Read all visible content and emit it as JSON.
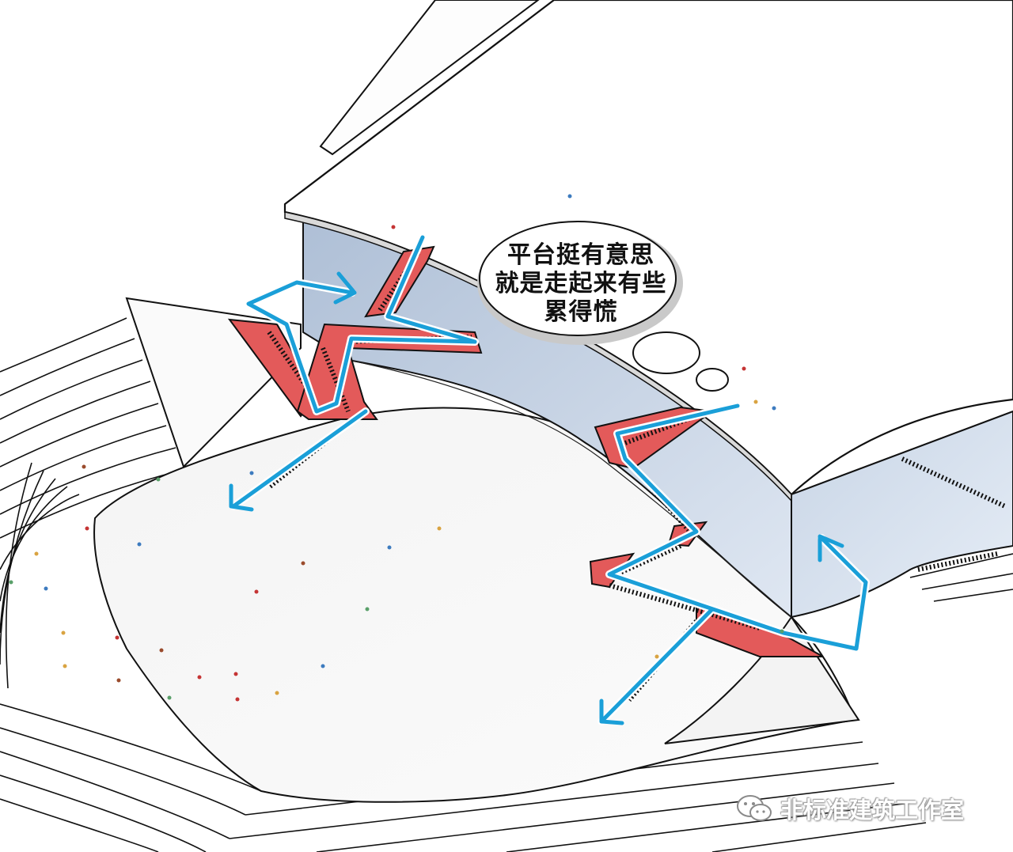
{
  "callout": {
    "lines": [
      "平台挺有意思",
      "就是走起来有些",
      "累得慌"
    ]
  },
  "watermark": {
    "icon": "wechat-icon",
    "text": "非标准建筑工作室"
  },
  "colors": {
    "route_arrow": "#1a9fd8",
    "stair_platform": "#e35a5a",
    "glass_facade": "#c9d6e8",
    "background": "#ffffff",
    "outline": "#111111"
  }
}
